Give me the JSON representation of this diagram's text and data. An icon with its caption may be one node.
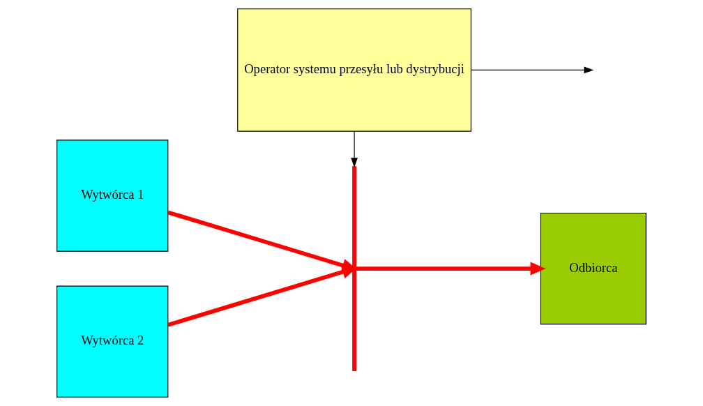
{
  "diagram": {
    "nodes": [
      {
        "text": [
          "Wytwórca 1"
        ]
      },
      {
        "text": [
          "Operator systemu przesyłu lub dystrybucji"
        ]
      },
      {
        "text": [],
        "shape": "bar"
      },
      {
        "text": [
          "Odbiorca"
        ]
      },
      {
        "text": [
          "Wytwórca 2"
        ]
      }
    ],
    "edges": [
      {
        "from": 0,
        "to": 2,
        "arrow": "to"
      },
      {
        "from": 4,
        "to": 2,
        "arrow": "to"
      },
      {
        "from": 2,
        "to": 3,
        "arrow": "to"
      },
      {
        "from": 1,
        "to": 2,
        "arrow": "to",
        "color": "#000000"
      },
      {
        "from": 1,
        "to": null,
        "arrow": "to",
        "color": "#000000"
      }
    ]
  }
}
